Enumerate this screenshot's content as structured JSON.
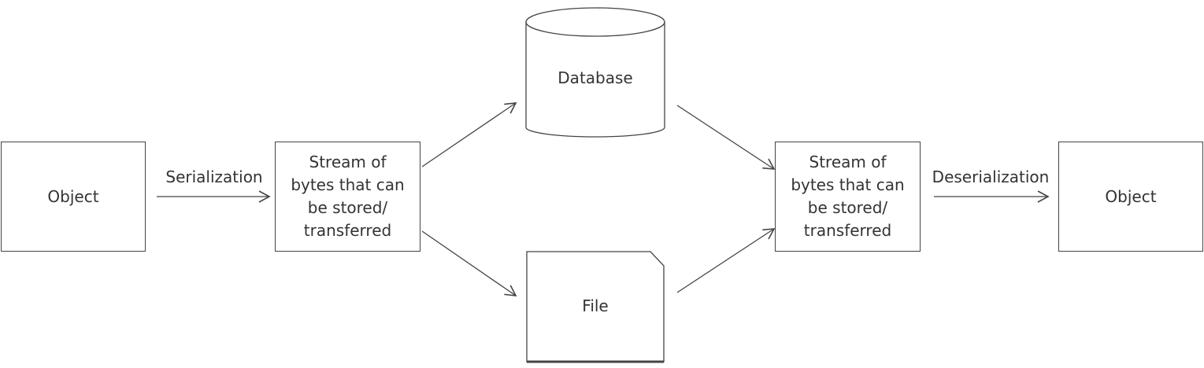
{
  "nodes": {
    "source_object": "Object",
    "stream_left": "Stream of bytes that can be stored/ transferred",
    "database": "Database",
    "file": "File",
    "stream_right": "Stream of bytes that can be stored/ transferred",
    "target_object": "Object"
  },
  "edges": {
    "serialization": "Serialization",
    "deserialization": "Deserialization"
  },
  "colors": {
    "stroke": "#444444",
    "text": "#333333",
    "background": "#ffffff"
  }
}
